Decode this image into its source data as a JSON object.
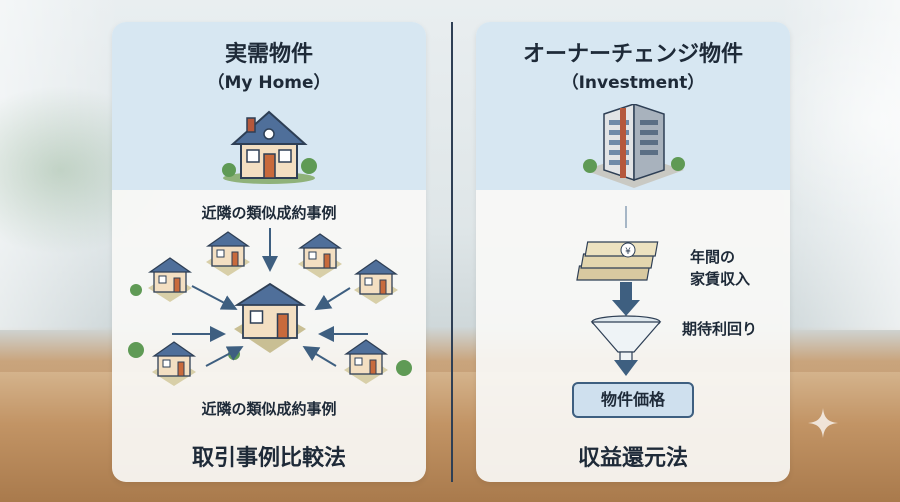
{
  "left_panel": {
    "title": "実需物件",
    "subtitle": "（My Home）",
    "caption_top": "近隣の類似成約事例",
    "caption_bottom": "近隣の類似成約事例",
    "method": "取引事例比較法"
  },
  "right_panel": {
    "title": "オーナーチェンジ物件",
    "subtitle": "（Investment）",
    "rent_label": [
      "年間の",
      "家賃収入"
    ],
    "yield_label": "期待利回り",
    "price_box": "物件価格",
    "method": "収益還元法"
  },
  "icons": {
    "house": "house-icon",
    "building": "apartment-building-icon",
    "money": "cash-stack-icon",
    "funnel": "funnel-icon"
  },
  "colors": {
    "roof": "#4f6f9a",
    "wall": "#f3dfc2",
    "panel_header": "#d7e7f2",
    "text": "#1e2a38",
    "accent": "#3e5f80"
  }
}
